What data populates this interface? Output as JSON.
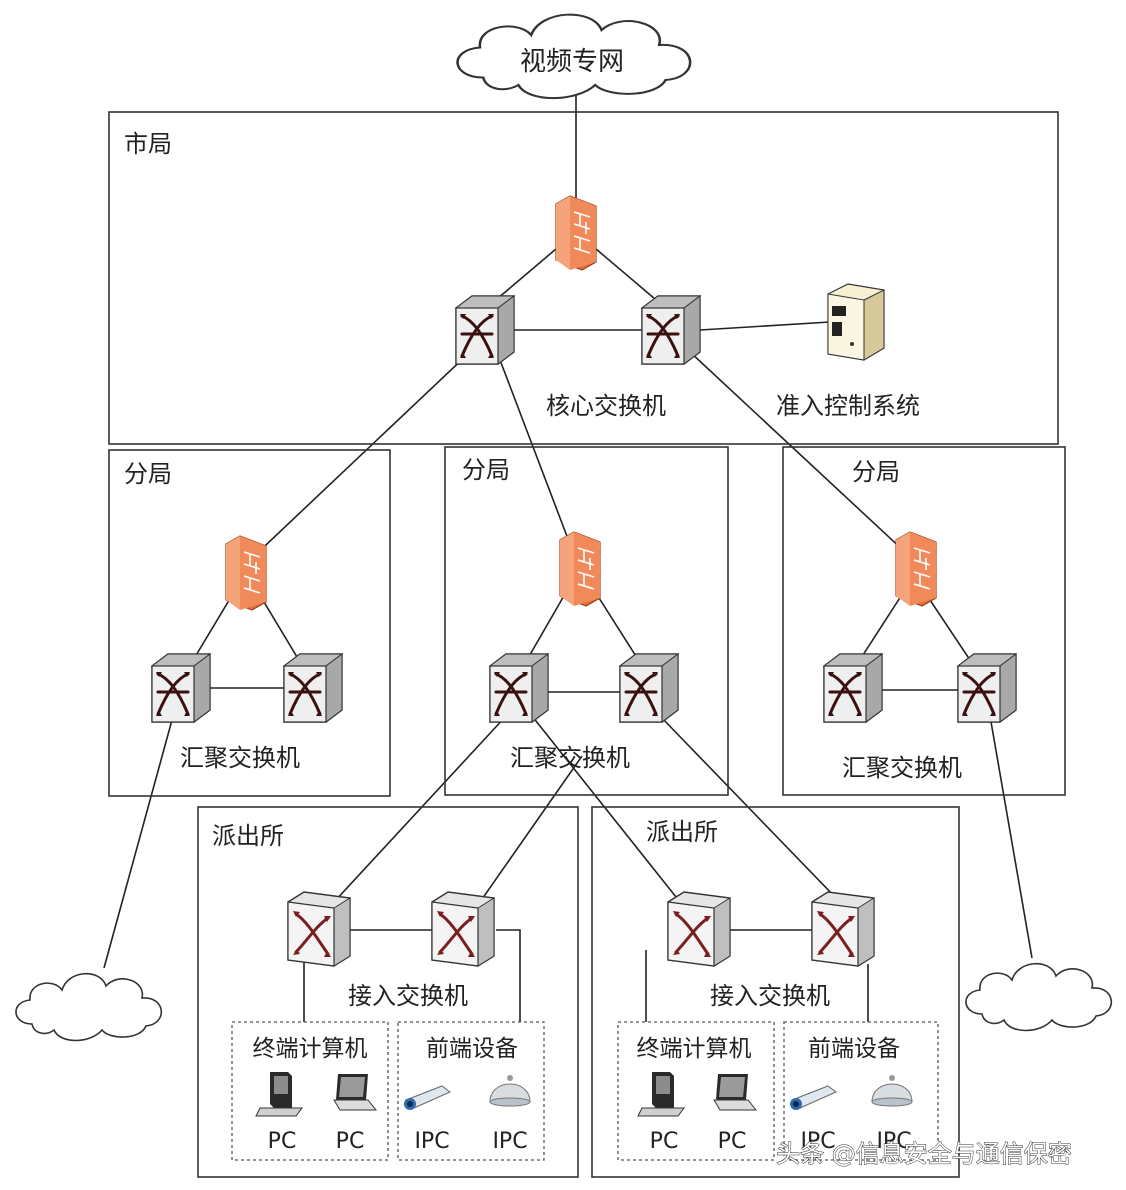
{
  "labels": {
    "video_network": "视频专网",
    "city": "市局",
    "core_switch": "核心交换机",
    "access_control": "准入控制系统",
    "branch_left": "分局",
    "branch_mid": "分局",
    "branch_right": "分局",
    "agg_left": "汇聚交换机",
    "agg_mid": "汇聚交换机",
    "agg_right": "汇聚交换机",
    "station_left": "派出所",
    "station_right": "派出所",
    "access_left": "接入交换机",
    "access_right": "接入交换机",
    "terminal_left": "终端计算机",
    "terminal_right": "终端计算机",
    "frontend_left": "前端设备",
    "frontend_right": "前端设备",
    "pc1": "PC",
    "pc2": "PC",
    "pc3": "PC",
    "pc4": "PC",
    "ipc1": "IPC",
    "ipc2": "IPC",
    "ipc3": "IPC",
    "ipc4": "IPC",
    "watermark": "头条 @信息安全与通信保密"
  },
  "colors": {
    "firewall": "#f08a5a",
    "firewall_dark": "#c8552a",
    "switch_front": "#eeeeee",
    "switch_x": "#7a1e1e"
  },
  "icons": [
    "cloud-icon",
    "firewall-icon",
    "switch-icon",
    "server-icon",
    "pc-icon",
    "laptop-icon",
    "ipc-bullet-icon",
    "ipc-dome-icon"
  ]
}
